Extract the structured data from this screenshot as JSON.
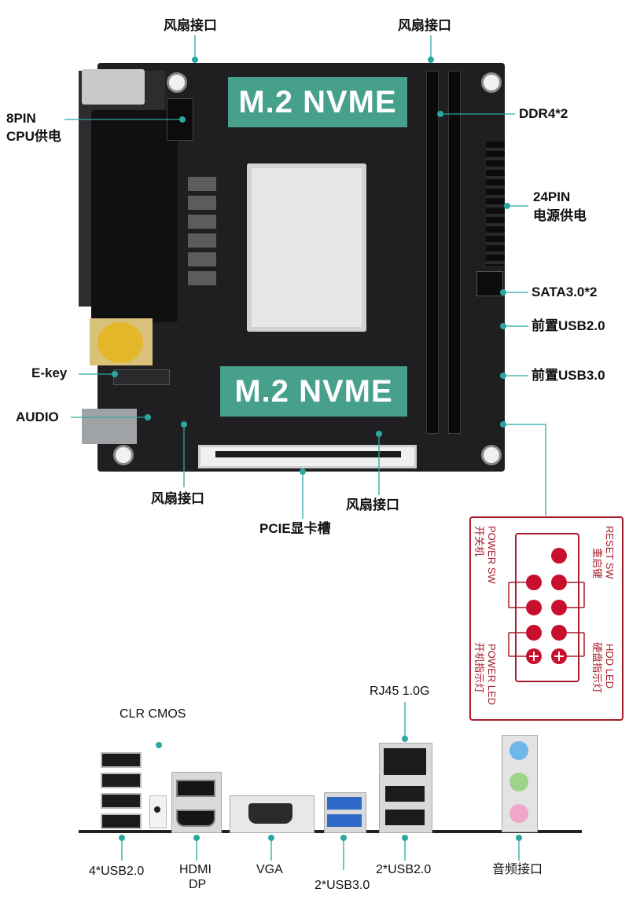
{
  "board": {
    "m2_top": "M.2 NVME",
    "m2_bottom": "M.2 NVME"
  },
  "labels": {
    "fan_top_left": "风扇接口",
    "fan_top_right": "风扇接口",
    "cpu_power_line1": "8PIN",
    "cpu_power_line2": "CPU供电",
    "ddr4": "DDR4*2",
    "atx_power_line1": "24PIN",
    "atx_power_line2": "电源供电",
    "sata": "SATA3.0*2",
    "front_usb2": "前置USB2.0",
    "front_usb3": "前置USB3.0",
    "ekey": "E-key",
    "audio": "AUDIO",
    "fan_bottom_left": "风扇接口",
    "fan_bottom_right": "风扇接口",
    "pcie": "PCIE显卡槽"
  },
  "front_panel": {
    "power_sw": "POWER SW",
    "power_sw_cn": "开关机",
    "reset_sw": "RESET SW",
    "reset_sw_cn": "重启键",
    "power_led": "POWER LED",
    "power_led_cn": "开机指示灯",
    "hdd_led": "HDD LED",
    "hdd_led_cn": "硬盘指示灯",
    "pin_color": "#c8102e"
  },
  "io_panel": {
    "clr_cmos": "CLR CMOS",
    "rj45": "RJ45 1.0G",
    "usb2_4x": "4*USB2.0",
    "hdmi": "HDMI",
    "dp": "DP",
    "vga": "VGA",
    "usb3_2x": "2*USB3.0",
    "usb2_2x": "2*USB2.0",
    "audio_jack": "音频接口"
  },
  "colors": {
    "accent": "#2aa8a0",
    "m2_band": "#46a08c",
    "frame": "#a81c2a"
  }
}
